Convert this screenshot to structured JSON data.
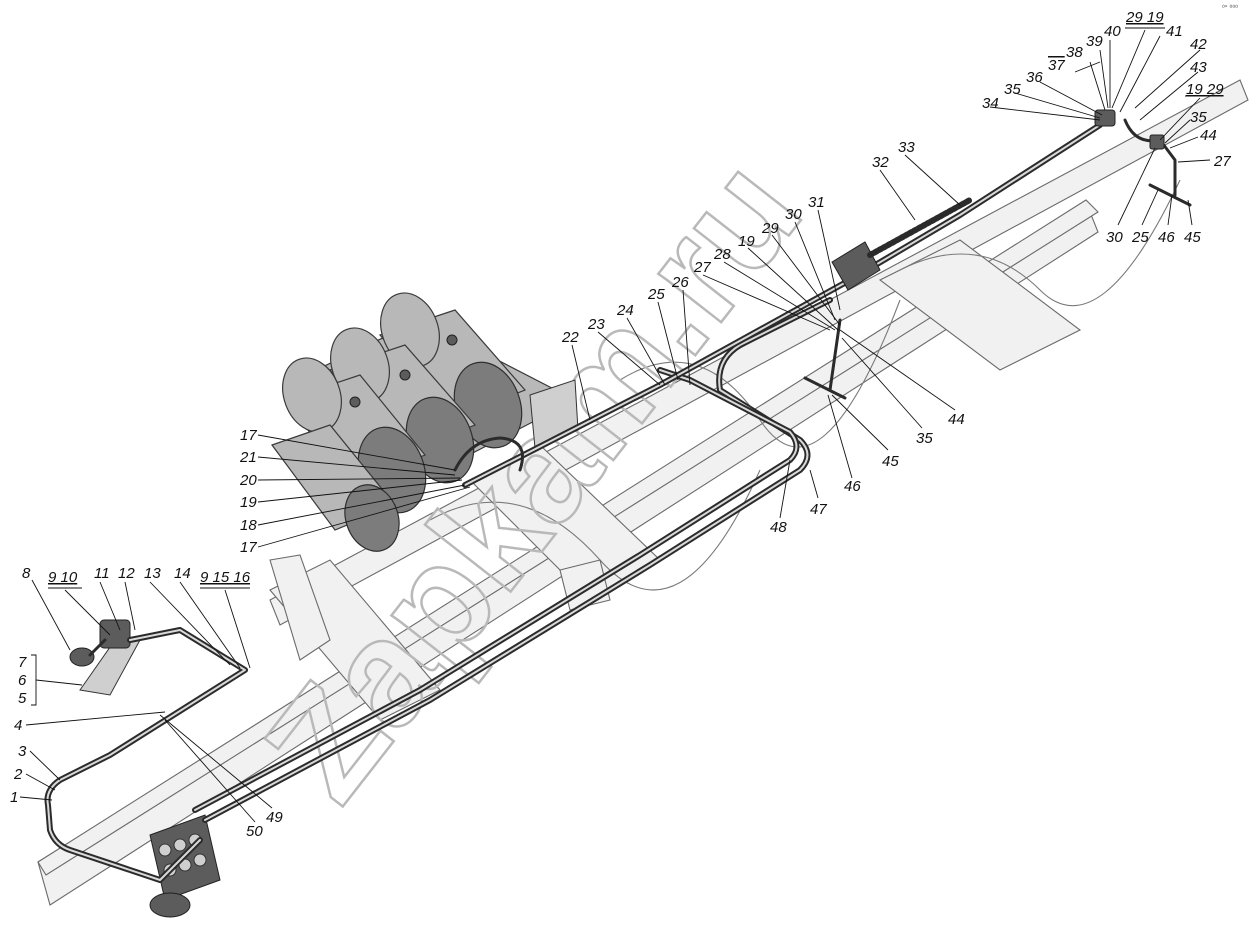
{
  "watermark": "Zapkam.ru",
  "corner_mark": "⁰° ⁰⁰⁰",
  "callouts": [
    {
      "text": "1"
    },
    {
      "text": "2"
    },
    {
      "text": "3"
    },
    {
      "text": "4"
    },
    {
      "text": "5"
    },
    {
      "text": "6"
    },
    {
      "text": "7"
    },
    {
      "text": "8"
    },
    {
      "text": "9 10"
    },
    {
      "text": "11"
    },
    {
      "text": "12"
    },
    {
      "text": "13"
    },
    {
      "text": "14"
    },
    {
      "text": "9 15 16"
    },
    {
      "text": "17"
    },
    {
      "text": "21"
    },
    {
      "text": "20"
    },
    {
      "text": "19"
    },
    {
      "text": "18"
    },
    {
      "text": "17"
    },
    {
      "text": "22"
    },
    {
      "text": "23"
    },
    {
      "text": "24"
    },
    {
      "text": "25"
    },
    {
      "text": "26"
    },
    {
      "text": "27"
    },
    {
      "text": "28"
    },
    {
      "text": "19"
    },
    {
      "text": "29"
    },
    {
      "text": "30"
    },
    {
      "text": "31"
    },
    {
      "text": "32"
    },
    {
      "text": "33"
    },
    {
      "text": "34"
    },
    {
      "text": "35"
    },
    {
      "text": "36"
    },
    {
      "text": "37"
    },
    {
      "text": "38"
    },
    {
      "text": "39"
    },
    {
      "text": "40"
    },
    {
      "text": "29 19"
    },
    {
      "text": "41"
    },
    {
      "text": "42"
    },
    {
      "text": "43"
    },
    {
      "text": "19 29"
    },
    {
      "text": "35"
    },
    {
      "text": "44"
    },
    {
      "text": "27"
    },
    {
      "text": "30"
    },
    {
      "text": "25"
    },
    {
      "text": "46"
    },
    {
      "text": "45"
    },
    {
      "text": "44"
    },
    {
      "text": "35"
    },
    {
      "text": "45"
    },
    {
      "text": "46"
    },
    {
      "text": "47"
    },
    {
      "text": "48"
    },
    {
      "text": "49"
    },
    {
      "text": "50"
    }
  ]
}
